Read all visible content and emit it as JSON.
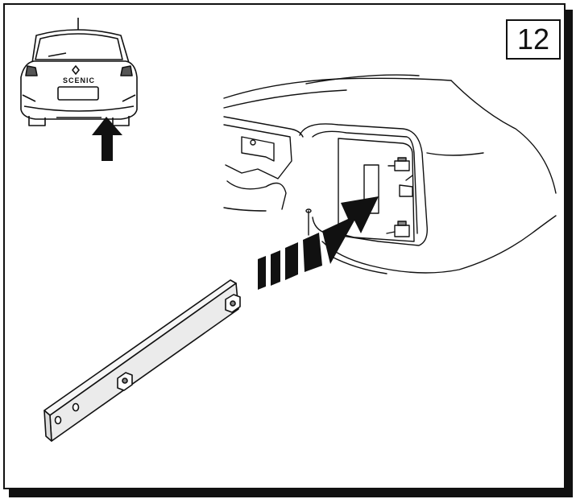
{
  "step_number": "12",
  "car_badge": "SCENIC",
  "colors": {
    "line": "#111111",
    "bar_fill": "#ebebeb",
    "background": "#ffffff"
  },
  "icons": [
    "car-rear-view",
    "up-arrow-icon",
    "insertion-arrow-icon"
  ]
}
